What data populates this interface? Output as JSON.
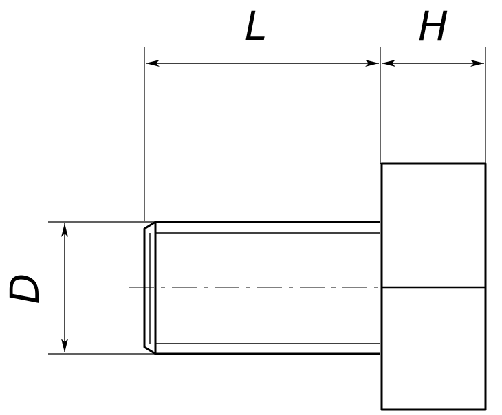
{
  "drawing": {
    "dimensions": {
      "length_label": "L",
      "head_height_label": "H",
      "diameter_label": "D"
    },
    "colors": {
      "line": "#000000",
      "background": "#ffffff"
    }
  }
}
